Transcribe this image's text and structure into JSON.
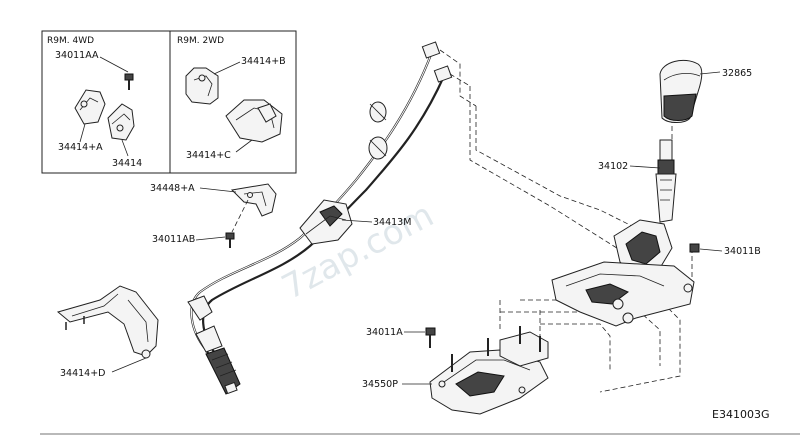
{
  "boxes": {
    "left_header": "R9M. 4WD",
    "right_header": "R9M. 2WD"
  },
  "labels": {
    "p34011AA": "34011AA",
    "p34414A_box": "34414+A",
    "p34414": "34414",
    "p34414B": "34414+B",
    "p34414C": "34414+C",
    "p34448A": "34448+A",
    "p34011AB": "34011AB",
    "p34414D": "34414+D",
    "p34413M": "34413M",
    "p32865": "32865",
    "p34102": "34102",
    "p34011B": "34011B",
    "p34011A": "34011A",
    "p34550P": "34550P"
  },
  "watermark": "7zap.com",
  "diagram_code": "E341003G"
}
